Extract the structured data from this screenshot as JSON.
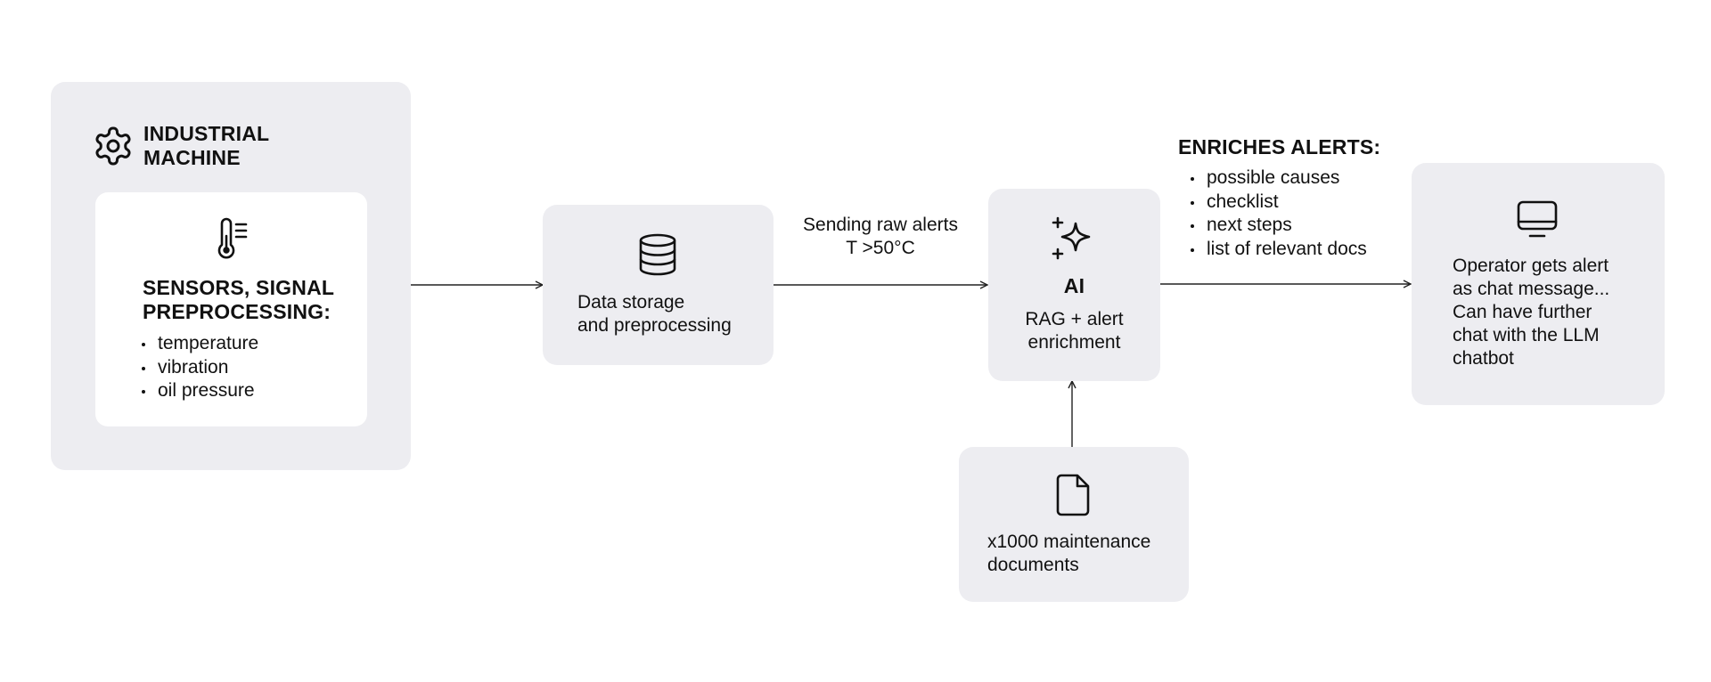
{
  "machine": {
    "title": "INDUSTRIAL\nMACHINE",
    "icon": "gear-icon",
    "sensors": {
      "icon": "thermometer-icon",
      "title": "SENSORS, SIGNAL\nPREPROCESSING:",
      "items": [
        "temperature",
        "vibration",
        "oil pressure"
      ]
    }
  },
  "storage": {
    "icon": "database-icon",
    "label": "Data storage\nand preprocessing"
  },
  "edge_storage_ai": {
    "label": "Sending raw alerts\nT >50°C"
  },
  "ai": {
    "icon": "sparkles-icon",
    "title": "AI",
    "label": "RAG + alert\nenrichment"
  },
  "documents": {
    "icon": "document-icon",
    "label": "x1000 maintenance\ndocuments"
  },
  "enrich": {
    "title": "ENRICHES ALERTS:",
    "items": [
      "possible causes",
      "checklist",
      "next steps",
      "list of relevant docs"
    ]
  },
  "operator": {
    "icon": "monitor-icon",
    "label": "Operator gets alert\nas chat message...\nCan have further\nchat with the LLM\nchatbot"
  },
  "colors": {
    "box_fill": "#ededf1",
    "inner_fill": "#ffffff",
    "text": "#111111",
    "line": "#222222"
  }
}
